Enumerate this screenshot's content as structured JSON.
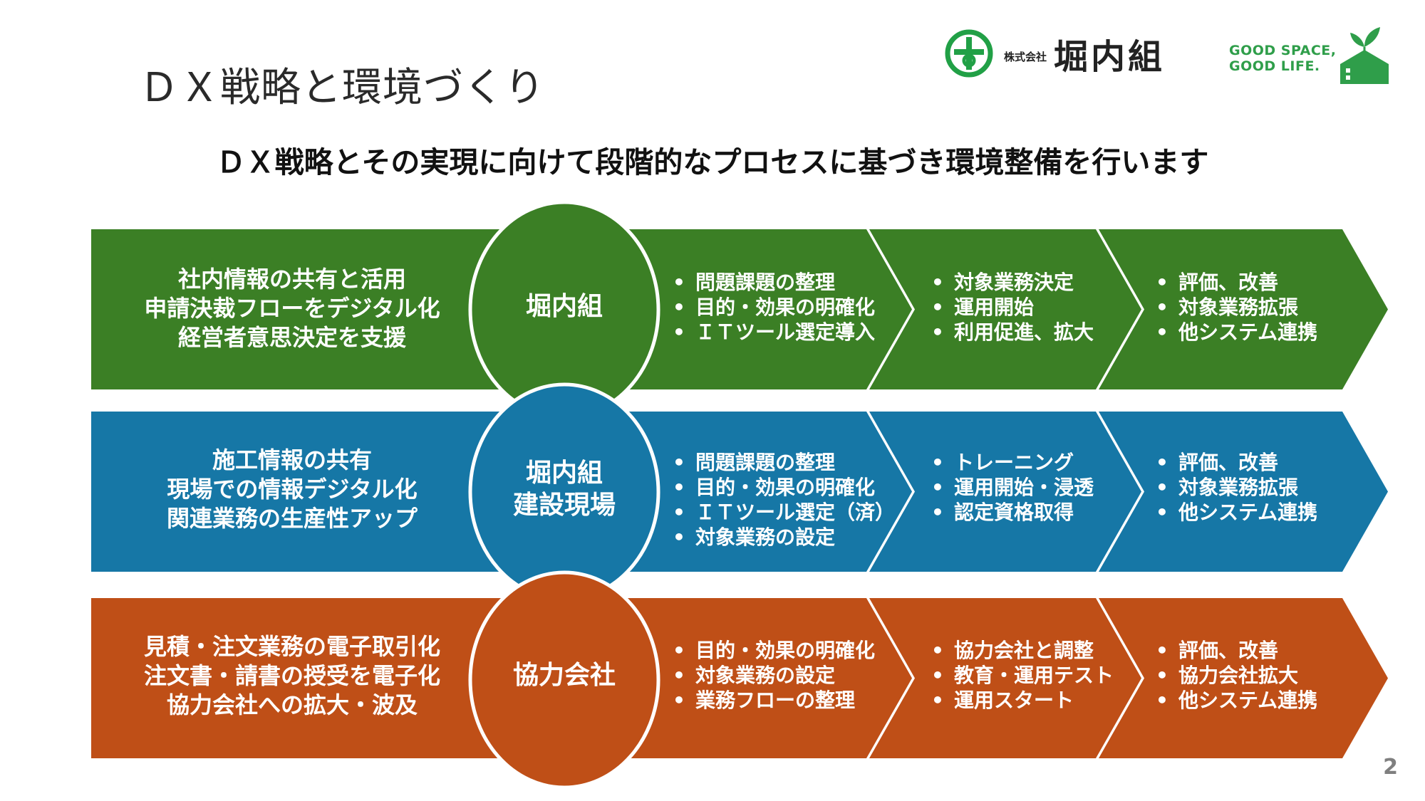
{
  "slide_title": "ＤＸ戦略と環境づくり",
  "subtitle": "ＤＸ戦略とその実現に向けて段階的なプロセスに基づき環境整備を行います",
  "logo": {
    "kabushiki": "株式会社",
    "company": "堀内組",
    "slogan_line1": "GOOD SPACE,",
    "slogan_line2": "GOOD LIFE."
  },
  "colors": {
    "green": "#3b7f25",
    "blue": "#1677a6",
    "orange": "#bf4f17"
  },
  "rows": [
    {
      "left_lines": [
        "社内情報の共有と活用",
        "申請決裁フローをデジタル化",
        "経営者意思決定を支援"
      ],
      "circle_lines": [
        "堀内組"
      ],
      "step1": [
        "問題課題の整理",
        "目的・効果の明確化",
        "ＩＴツール選定導入"
      ],
      "step2": [
        "対象業務決定",
        "運用開始",
        "利用促進、拡大"
      ],
      "step3": [
        "評価、改善",
        "対象業務拡張",
        "他システム連携"
      ]
    },
    {
      "left_lines": [
        "施工情報の共有",
        "現場での情報デジタル化",
        "関連業務の生産性アップ"
      ],
      "circle_lines": [
        "堀内組",
        "建設現場"
      ],
      "step1": [
        "問題課題の整理",
        "目的・効果の明確化",
        "ＩＴツール選定（済）",
        "対象業務の設定"
      ],
      "step2": [
        "トレーニング",
        "運用開始・浸透",
        "認定資格取得"
      ],
      "step3": [
        "評価、改善",
        "対象業務拡張",
        "他システム連携"
      ]
    },
    {
      "left_lines": [
        "見積・注文業務の電子取引化",
        "注文書・請書の授受を電子化",
        "協力会社への拡大・波及"
      ],
      "circle_lines": [
        "協力会社"
      ],
      "step1": [
        "目的・効果の明確化",
        "対象業務の設定",
        "業務フローの整理"
      ],
      "step2": [
        "協力会社と調整",
        "教育・運用テスト",
        "運用スタート"
      ],
      "step3": [
        "評価、改善",
        "協力会社拡大",
        "他システム連携"
      ]
    }
  ],
  "page_number": "2"
}
